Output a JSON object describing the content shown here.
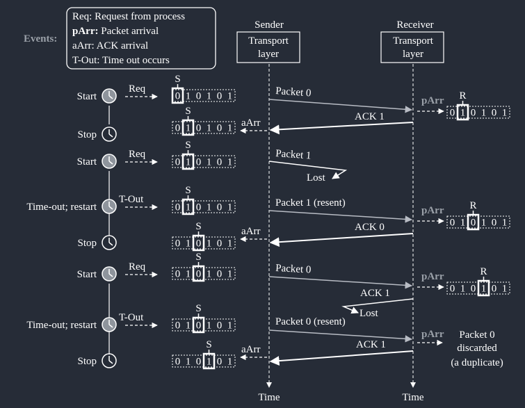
{
  "events": {
    "title": "Events:",
    "items": [
      {
        "key": "Req:",
        "text": "Request from process"
      },
      {
        "key": "pArr:",
        "text": "Packet arrival"
      },
      {
        "key": "aArr:",
        "text": "ACK arrival"
      },
      {
        "key": "T-Out:",
        "text": "Time out occurs"
      }
    ]
  },
  "sender": {
    "title": "Sender",
    "box_line1": "Transport",
    "box_line2": "layer",
    "time": "Time"
  },
  "receiver": {
    "title": "Receiver",
    "box_line1": "Transport",
    "box_line2": "layer",
    "time": "Time"
  },
  "timer_labels": [
    {
      "label": "Start",
      "event": "Req"
    },
    {
      "label": "Stop",
      "event": "aArr"
    },
    {
      "label": "Start",
      "event": "Req"
    },
    {
      "label": "Time-out; restart",
      "event": "T-Out"
    },
    {
      "label": "Stop",
      "event": "aArr"
    },
    {
      "label": "Start",
      "event": "Req"
    },
    {
      "label": "Time-out; restart",
      "event": "T-Out"
    },
    {
      "label": "Stop",
      "event": "aArr"
    }
  ],
  "sequence_bits": [
    "0",
    "1",
    "0",
    "1",
    "0",
    "1"
  ],
  "window_marker_sender": "S",
  "window_marker_receiver": "R",
  "sender_windows": [
    {
      "pointer": 0
    },
    {
      "pointer": 1
    },
    {
      "pointer": 1
    },
    {
      "pointer": 1
    },
    {
      "pointer": 2
    },
    {
      "pointer": 2
    },
    {
      "pointer": 2
    },
    {
      "pointer": 3
    }
  ],
  "receiver_windows": [
    {
      "pointer": 1,
      "event": "pArr"
    },
    {
      "pointer": 2,
      "event": "pArr"
    },
    {
      "pointer": 3,
      "event": "pArr"
    }
  ],
  "messages": {
    "packet0": "Packet 0",
    "ack1": "ACK 1",
    "packet1": "Packet 1",
    "lost": "Lost",
    "packet1_resent": "Packet 1 (resent)",
    "ack0": "ACK 0",
    "packet0b": "Packet 0",
    "ack1b": "ACK 1",
    "lost2": "Lost",
    "packet0_resent": "Packet 0 (resent)",
    "ack1c": "ACK 1"
  },
  "discard": {
    "event": "pArr",
    "line1": "Packet 0",
    "line2": "discarded",
    "line3": "(a duplicate)"
  }
}
